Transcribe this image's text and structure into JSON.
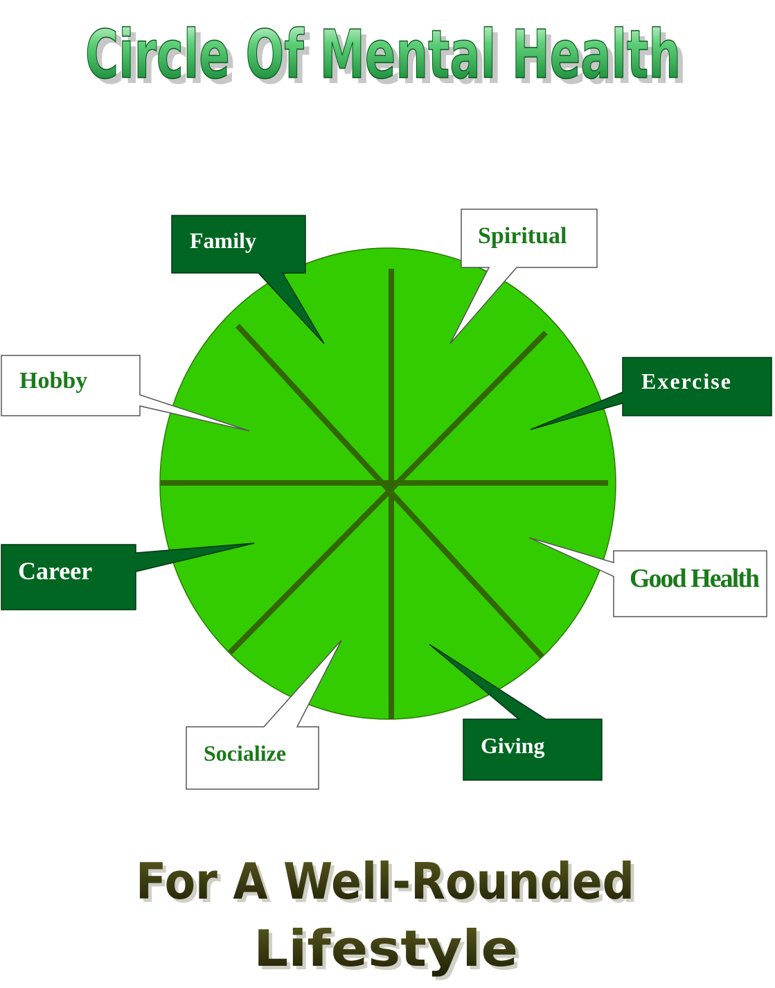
{
  "header": {
    "title": "Circle Of Mental Health"
  },
  "footer": {
    "line1": "For A Well-Rounded",
    "line2": "Lifestyle"
  },
  "wheel": {
    "segments": [
      {
        "id": "family",
        "label": "Family",
        "style": "dark"
      },
      {
        "id": "spiritual",
        "label": "Spiritual",
        "style": "light"
      },
      {
        "id": "hobby",
        "label": "Hobby",
        "style": "light"
      },
      {
        "id": "exercise",
        "label": "Exercise",
        "style": "dark"
      },
      {
        "id": "career",
        "label": "Career",
        "style": "dark"
      },
      {
        "id": "good-health",
        "label": "Good Health",
        "style": "light"
      },
      {
        "id": "socialize",
        "label": "Socialize",
        "style": "light"
      },
      {
        "id": "giving",
        "label": "Giving",
        "style": "dark"
      }
    ]
  },
  "colors": {
    "title_green": "#1a9a3a",
    "wheel_fill": "#33cc00",
    "spoke_color": "#336600",
    "dark_box": "#006622",
    "light_box_text": "#1a7a1a",
    "footer_text": "#3a3a0a"
  }
}
